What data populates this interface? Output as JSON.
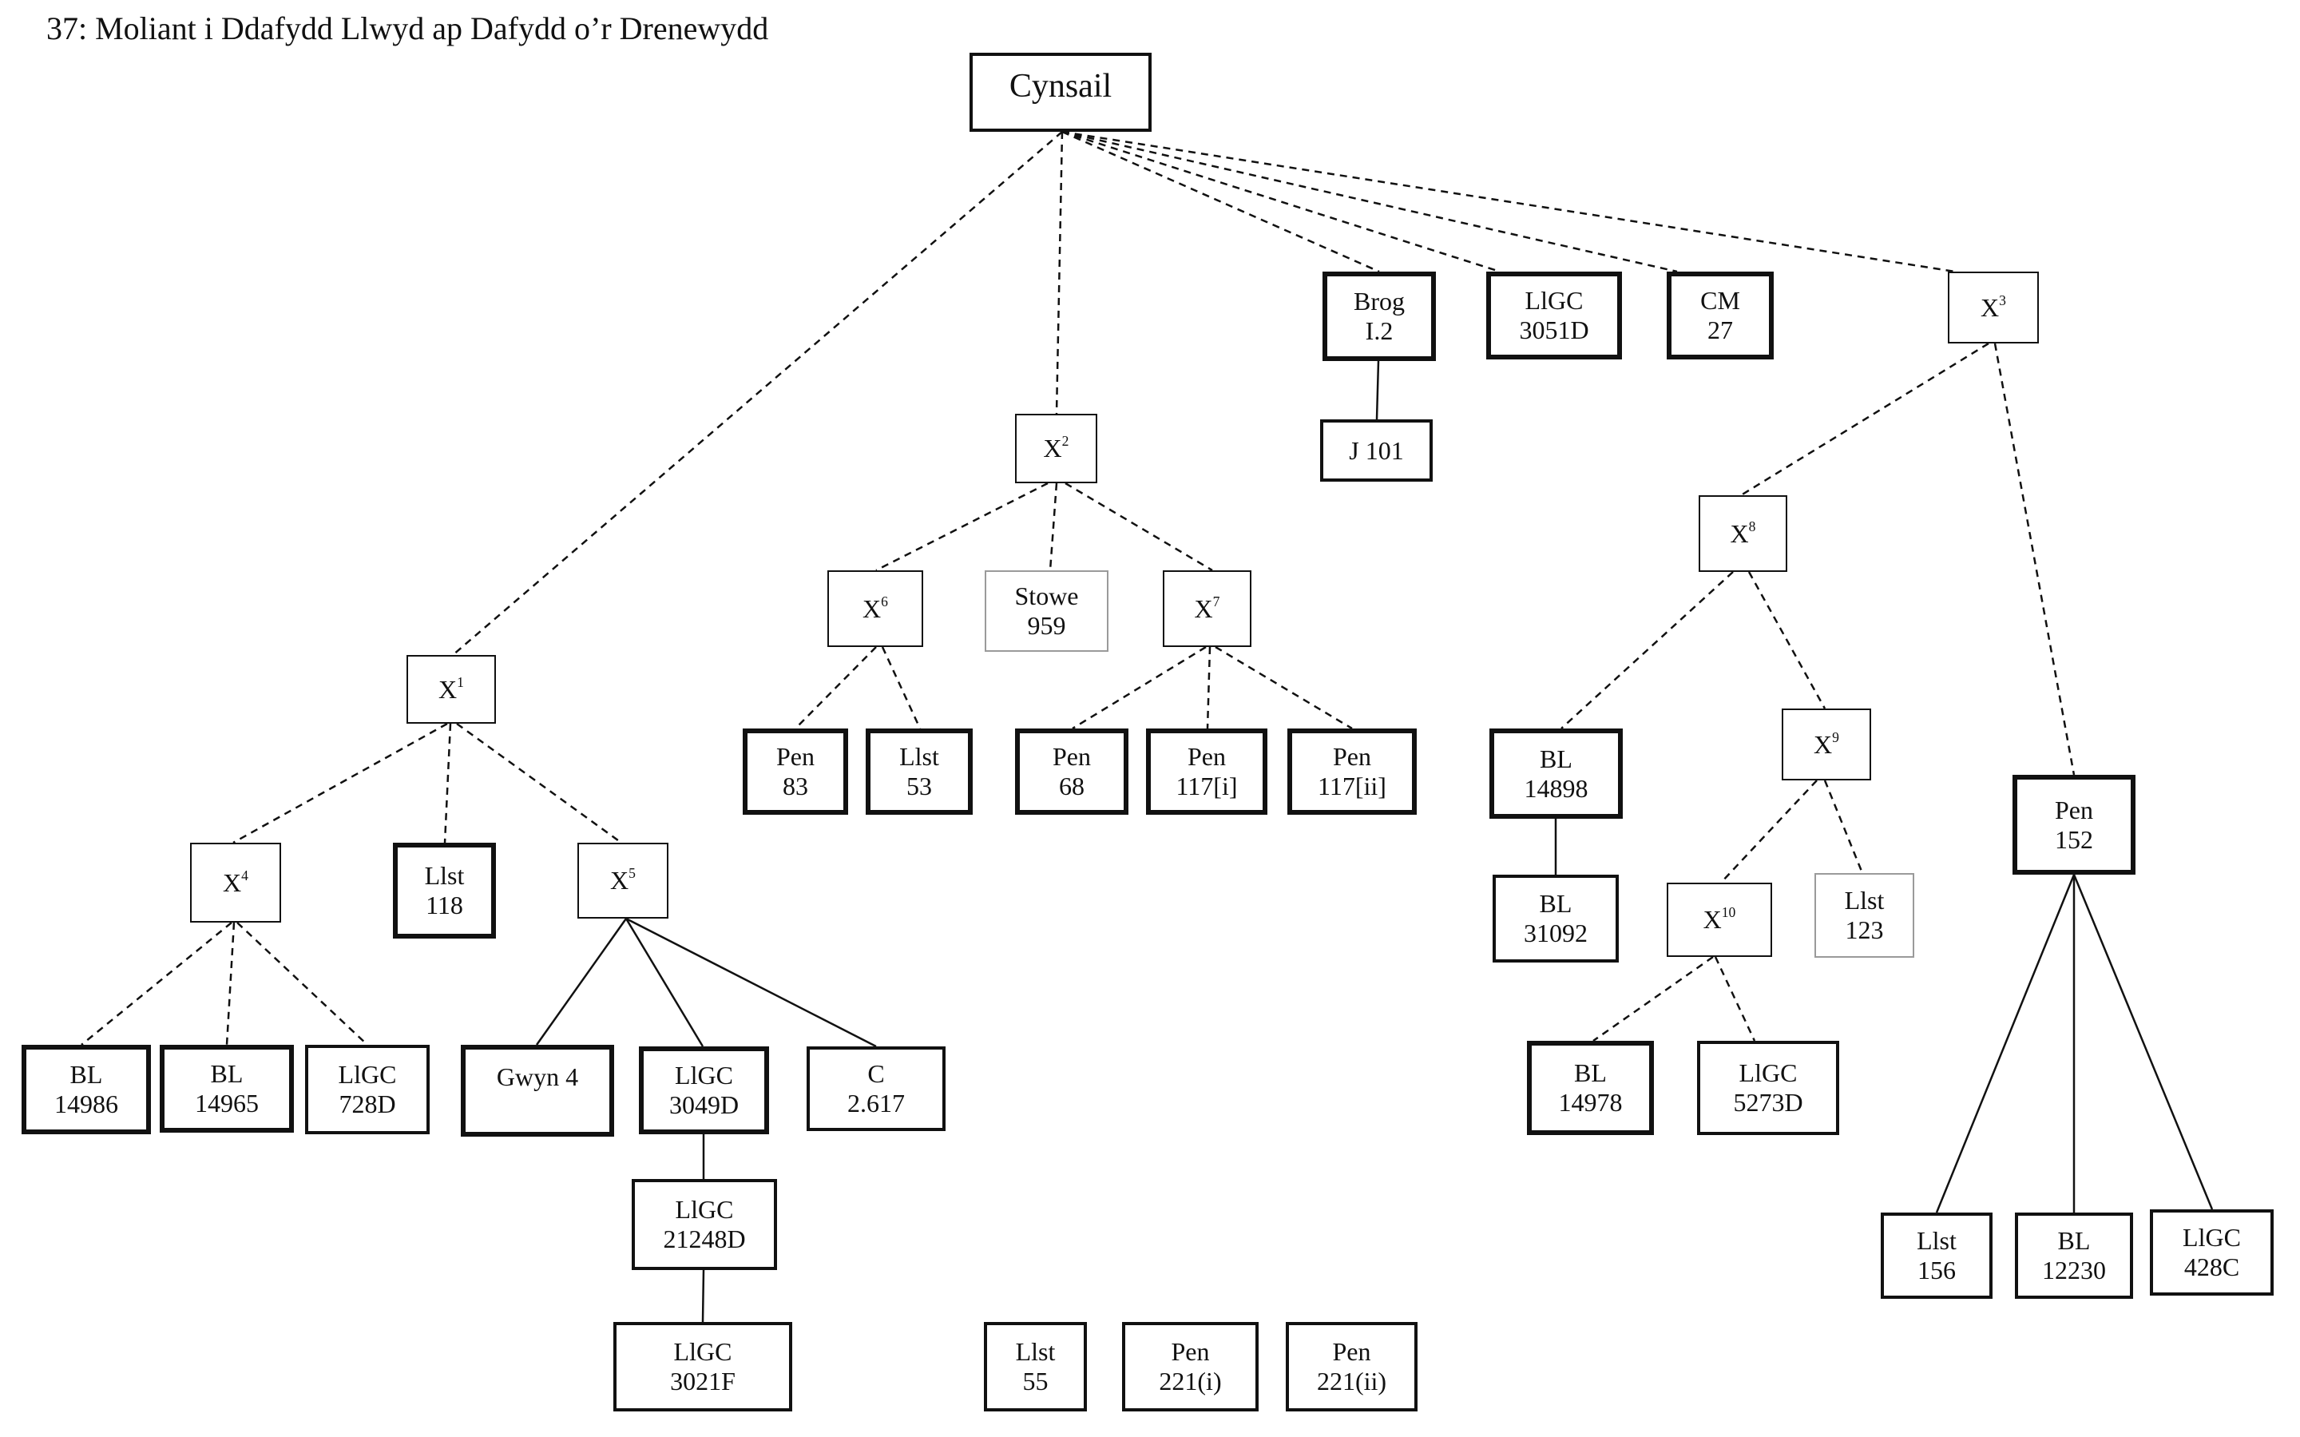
{
  "title": "37: Moliant i Ddafydd Llwyd ap Dafydd o’r Drenewydd",
  "nodes": {
    "cynsail": {
      "label": "Cynsail"
    },
    "x1": {
      "base": "X",
      "sup": "1"
    },
    "x2": {
      "base": "X",
      "sup": "2"
    },
    "x3": {
      "base": "X",
      "sup": "3"
    },
    "x4": {
      "base": "X",
      "sup": "4"
    },
    "x5": {
      "base": "X",
      "sup": "5"
    },
    "x6": {
      "base": "X",
      "sup": "6"
    },
    "x7": {
      "base": "X",
      "sup": "7"
    },
    "x8": {
      "base": "X",
      "sup": "8"
    },
    "x9": {
      "base": "X",
      "sup": "9"
    },
    "x10": {
      "base": "X",
      "sup": "10"
    },
    "brog": {
      "line1": "Brog",
      "line2": "I.2"
    },
    "llgc3051d": {
      "line1": "LlGC",
      "line2": "3051D"
    },
    "cm27": {
      "line1": "CM",
      "line2": "27"
    },
    "j101": {
      "line1": "J 101"
    },
    "stowe959": {
      "line1": "Stowe",
      "line2": "959"
    },
    "pen83": {
      "line1": "Pen",
      "line2": "83"
    },
    "llst53": {
      "line1": "Llst",
      "line2": "53"
    },
    "pen68": {
      "line1": "Pen",
      "line2": "68"
    },
    "pen117i": {
      "line1": "Pen",
      "line2": "117[i]"
    },
    "pen117ii": {
      "line1": "Pen",
      "line2": "117[ii]"
    },
    "llst118": {
      "line1": "Llst",
      "line2": "118"
    },
    "bl14986": {
      "line1": "BL",
      "line2": "14986"
    },
    "bl14965": {
      "line1": "BL",
      "line2": "14965"
    },
    "llgc728d": {
      "line1": "LlGC",
      "line2": "728D"
    },
    "gwyn4": {
      "line1": "Gwyn 4"
    },
    "llgc3049d": {
      "line1": "LlGC",
      "line2": "3049D"
    },
    "c2617": {
      "line1": "C",
      "line2": "2.617"
    },
    "llgc21248d": {
      "line1": "LlGC",
      "line2": "21248D"
    },
    "llgc3021f": {
      "line1": "LlGC",
      "line2": "3021F"
    },
    "llst55": {
      "line1": "Llst",
      "line2": "55"
    },
    "pen221i": {
      "line1": "Pen",
      "line2": "221(i)"
    },
    "pen221ii": {
      "line1": "Pen",
      "line2": "221(ii)"
    },
    "bl14898": {
      "line1": "BL",
      "line2": "14898"
    },
    "bl31092": {
      "line1": "BL",
      "line2": "31092"
    },
    "llst123": {
      "line1": "Llst",
      "line2": "123"
    },
    "bl14978": {
      "line1": "BL",
      "line2": "14978"
    },
    "llgc5273d": {
      "line1": "LlGC",
      "line2": "5273D"
    },
    "pen152": {
      "line1": "Pen",
      "line2": "152"
    },
    "llst156": {
      "line1": "Llst",
      "line2": "156"
    },
    "bl12230": {
      "line1": "BL",
      "line2": "12230"
    },
    "llgc428c": {
      "line1": "LlGC",
      "line2": "428C"
    }
  }
}
